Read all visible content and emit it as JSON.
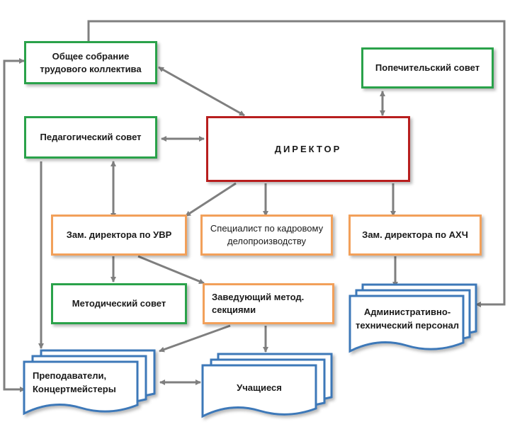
{
  "nodes": {
    "general_meeting": "Общее собрание трудового коллектива",
    "trustee_council": "Попечительский совет",
    "pedagogical_council": "Педагогический совет",
    "director": "ДИРЕКТОР",
    "deputy_uvr": "Зам. директора по УВР",
    "hr_specialist": "Специалист по кадровому делопроизводству",
    "deputy_ahch": "Зам. директора по АХЧ",
    "methodical_council": "Методический совет",
    "section_head": "Заведующий метод. секциями",
    "admin_staff": "Административно-технический персонал",
    "teachers": "Преподаватели, Концертмейстеры",
    "students": "Учащиеся"
  },
  "colors": {
    "council_border": "#2aa24a",
    "director_border": "#b81e1e",
    "deputy_border": "#f2a05a",
    "staff_border": "#3d78b8",
    "arrow": "#7f7f7f"
  }
}
